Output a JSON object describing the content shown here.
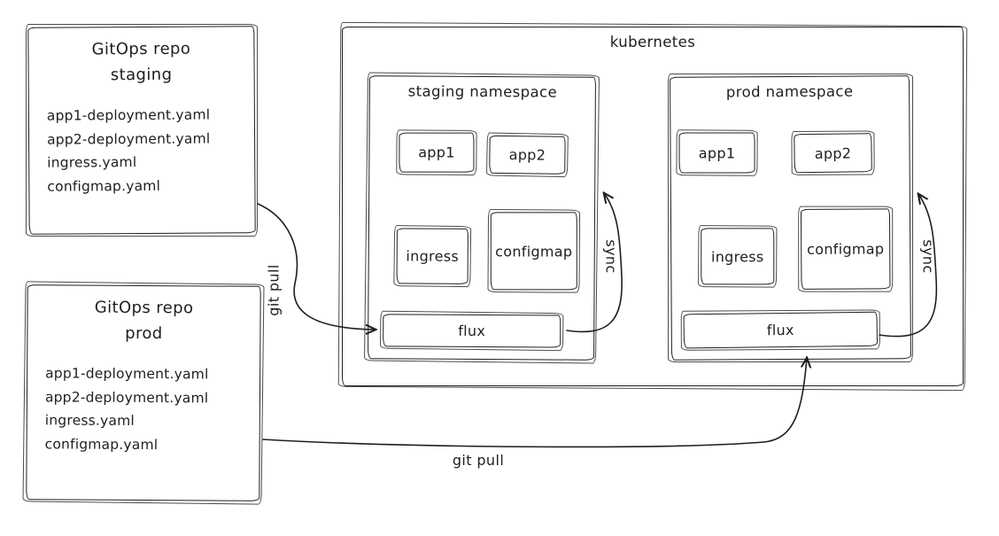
{
  "diagram": {
    "ink_color": "#1e1e1e",
    "repos": [
      {
        "title": "GitOps repo",
        "subtitle": "staging",
        "files": [
          "app1-deployment.yaml",
          "app2-deployment.yaml",
          "ingress.yaml",
          "configmap.yaml"
        ]
      },
      {
        "title": "GitOps repo",
        "subtitle": "prod",
        "files": [
          "app1-deployment.yaml",
          "app2-deployment.yaml",
          "ingress.yaml",
          "configmap.yaml"
        ]
      }
    ],
    "kubernetes": {
      "label": "kubernetes",
      "namespaces": [
        {
          "label": "staging namespace",
          "app1": "app1",
          "app2": "app2",
          "ingress": "ingress",
          "configmap": "configmap",
          "flux": "flux",
          "sync": "sync"
        },
        {
          "label": "prod namespace",
          "app1": "app1",
          "app2": "app2",
          "ingress": "ingress",
          "configmap": "configmap",
          "flux": "flux",
          "sync": "sync"
        }
      ]
    },
    "labels": {
      "git_pull_staging": "git pull",
      "git_pull_prod": "git pull"
    }
  }
}
